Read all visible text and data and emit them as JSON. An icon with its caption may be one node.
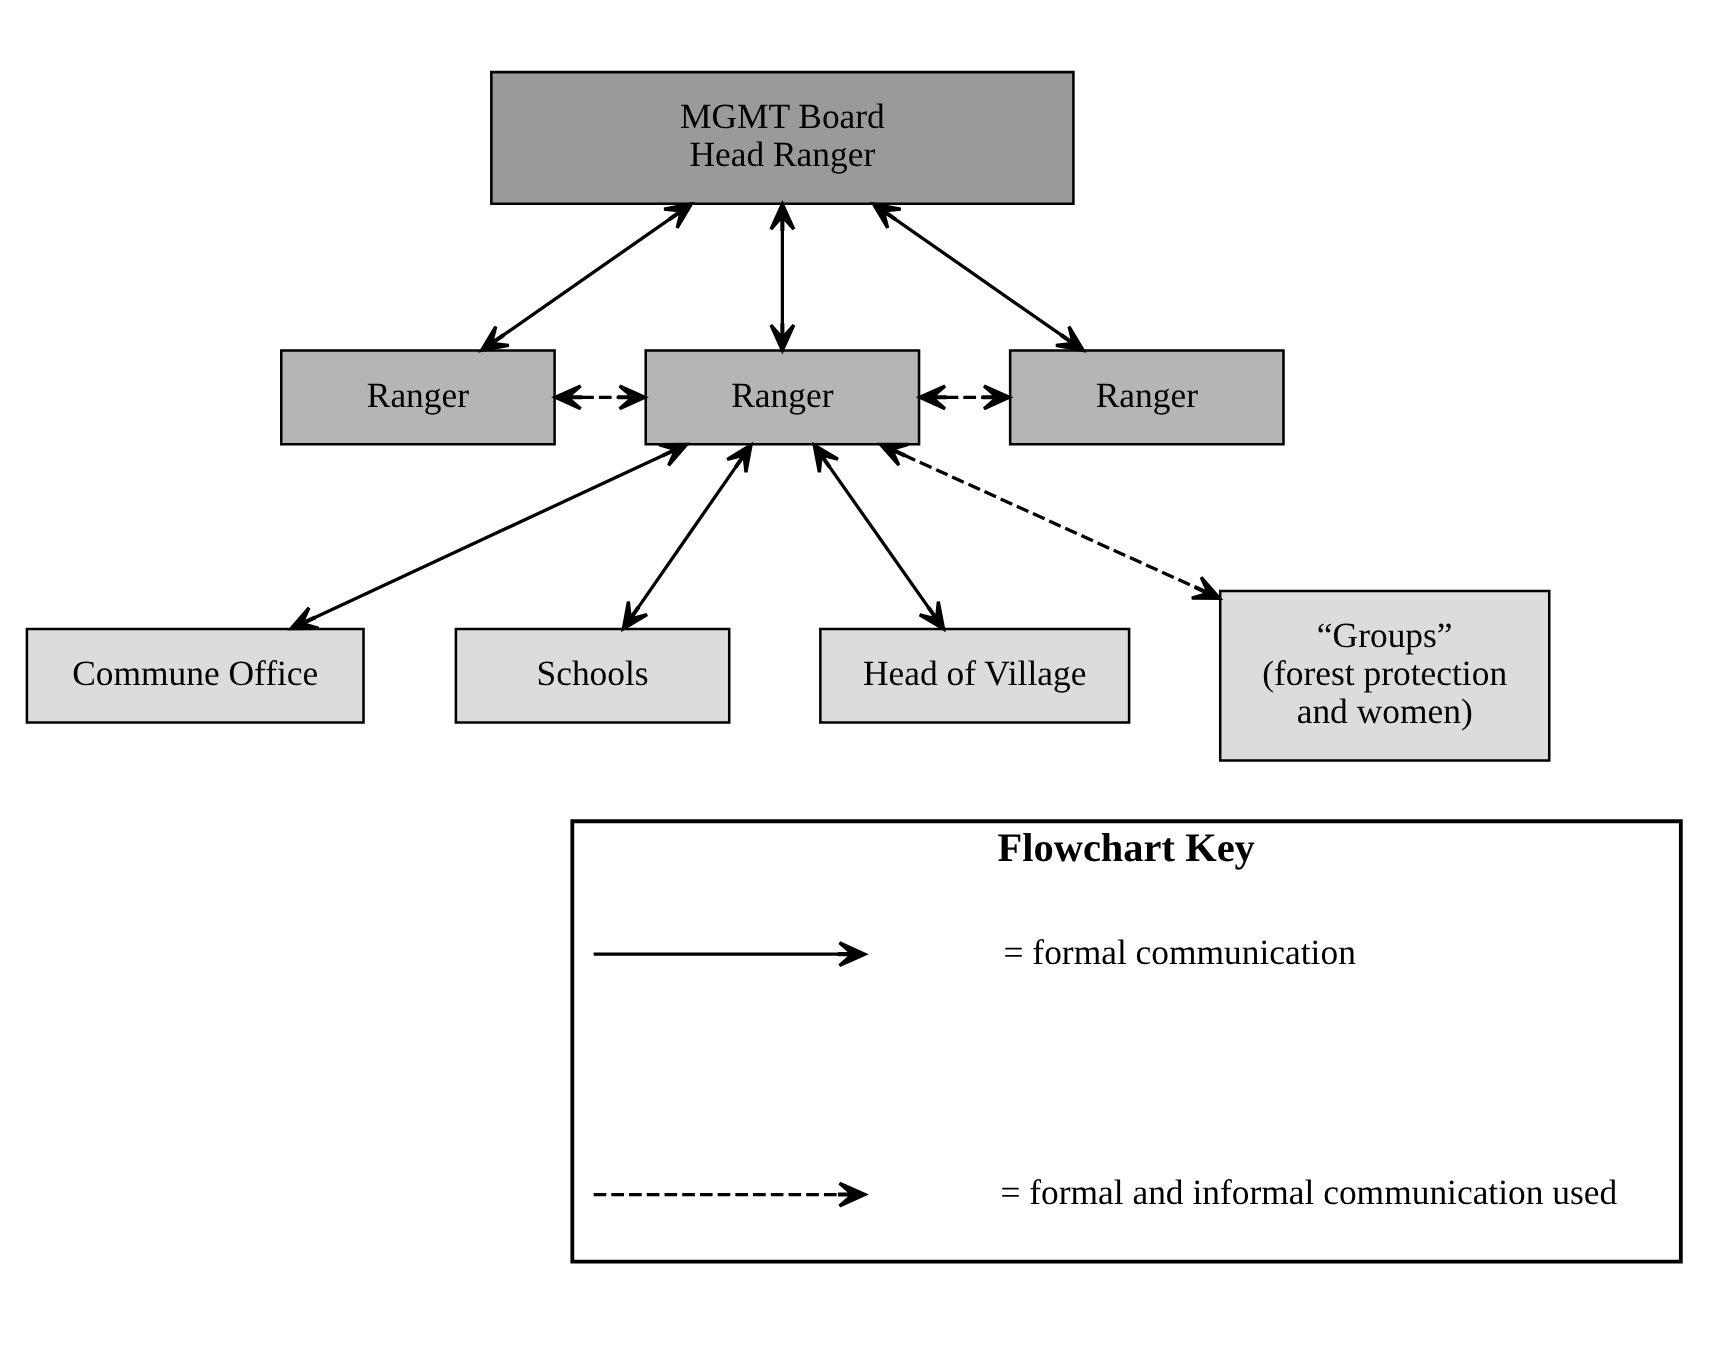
{
  "diagram": {
    "nodes": [
      {
        "text": [
          "MGMT Board",
          "Head Ranger"
        ]
      },
      {
        "text": [
          "Ranger"
        ]
      },
      {
        "text": [
          "Ranger"
        ]
      },
      {
        "text": [
          "Ranger"
        ]
      },
      {
        "text": [
          "Commune Office"
        ]
      },
      {
        "text": [
          "Schools"
        ]
      },
      {
        "text": [
          "Head of Village"
        ]
      },
      {
        "text": [
          "“Groups”",
          "(forest protection and women)"
        ]
      },
      {
        "text": [
          "Flowchart Key"
        ]
      }
    ],
    "edges": [
      {
        "from": 0,
        "to": 1,
        "arrow": "both"
      },
      {
        "from": 0,
        "to": 2,
        "arrow": "both"
      },
      {
        "from": 0,
        "to": 3,
        "arrow": "both"
      },
      {
        "from": 1,
        "to": 2,
        "arrow": "both",
        "style": "dashed"
      },
      {
        "from": 2,
        "to": 3,
        "arrow": "both",
        "style": "dashed"
      },
      {
        "from": 2,
        "to": 4,
        "arrow": "both"
      },
      {
        "from": 2,
        "to": 5,
        "arrow": "both"
      },
      {
        "from": 2,
        "to": 6,
        "arrow": "both"
      },
      {
        "from": 2,
        "to": 7,
        "arrow": "both",
        "style": "dashed"
      }
    ],
    "legend": [
      {
        "text": "= formal communication"
      },
      {
        "text": "= formal and informal communication used"
      }
    ]
  }
}
